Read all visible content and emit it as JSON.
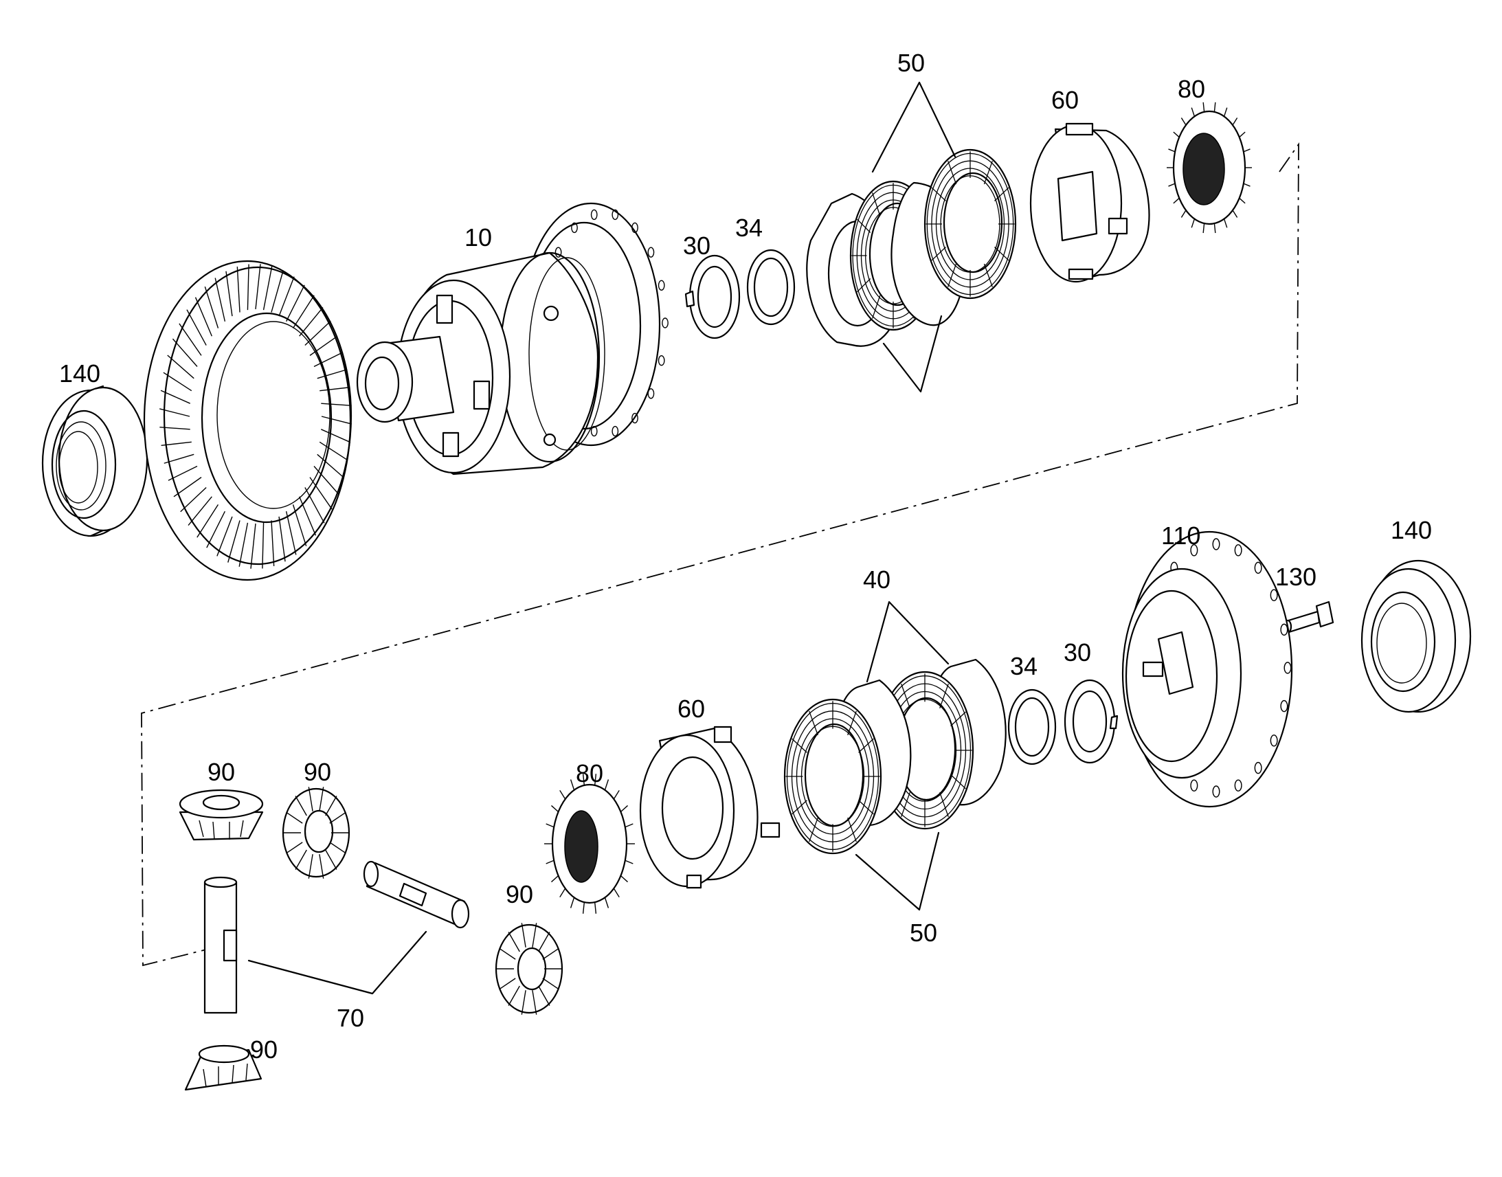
{
  "callouts": {
    "c10": "10",
    "c30a": "30",
    "c34a": "34",
    "c50a": "50",
    "c60a": "60",
    "c80a": "80",
    "c140a": "140",
    "c110": "110",
    "c130": "130",
    "c140b": "140",
    "c40": "40",
    "c34b": "34",
    "c30b": "30",
    "c60b": "60",
    "c80b": "80",
    "c90a": "90",
    "c90b": "90",
    "c90c": "90",
    "c90d": "90",
    "c50b": "50",
    "c70": "70"
  }
}
